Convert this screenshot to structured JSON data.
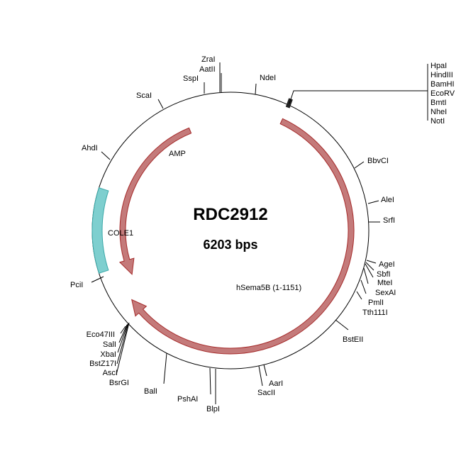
{
  "plasmid": {
    "name": "RDC2912",
    "size_label": "6203 bps",
    "backbone_color": "#000000"
  },
  "features": [
    {
      "name": "AMP",
      "type": "arrow",
      "direction": "ccw",
      "color": "#c47a7a",
      "stroke": "#a52a2a"
    },
    {
      "name": "hSema5B (1-1151)",
      "type": "arrow",
      "direction": "cw",
      "color": "#c47a7a",
      "stroke": "#a52a2a"
    },
    {
      "name": "COLE1",
      "type": "box",
      "color": "#7ecfcf",
      "stroke": "#3aa8a8"
    }
  ],
  "sites": {
    "ZraI": "ZraI",
    "AatII": "AatII",
    "SspI": "SspI",
    "NdeI": "NdeI",
    "ScaI": "ScaI",
    "AhdI": "AhdI",
    "PciI": "PciI",
    "BbvCI": "BbvCI",
    "AleI": "AleI",
    "SrfI": "SrfI",
    "AgeI": "AgeI",
    "SbfI": "SbfI",
    "MteI": "MteI",
    "SexAI": "SexAI",
    "PmlI": "PmlI",
    "Tth111I": "Tth111I",
    "BstEII": "BstEII",
    "AarI": "AarI",
    "SacII": "SacII",
    "PshAI": "PshAI",
    "BlpI": "BlpI",
    "BalI": "BalI",
    "BsrGI": "BsrGI",
    "AscI": "AscI",
    "BstZ17I": "BstZ17I",
    "XbaI": "XbaI",
    "SalI": "SalI",
    "Eco47III": "Eco47III"
  },
  "mcs_sites": [
    "HpaI",
    "HindIII",
    "BamHI",
    "EcoRV",
    "BmtI",
    "NheI",
    "NotI"
  ]
}
